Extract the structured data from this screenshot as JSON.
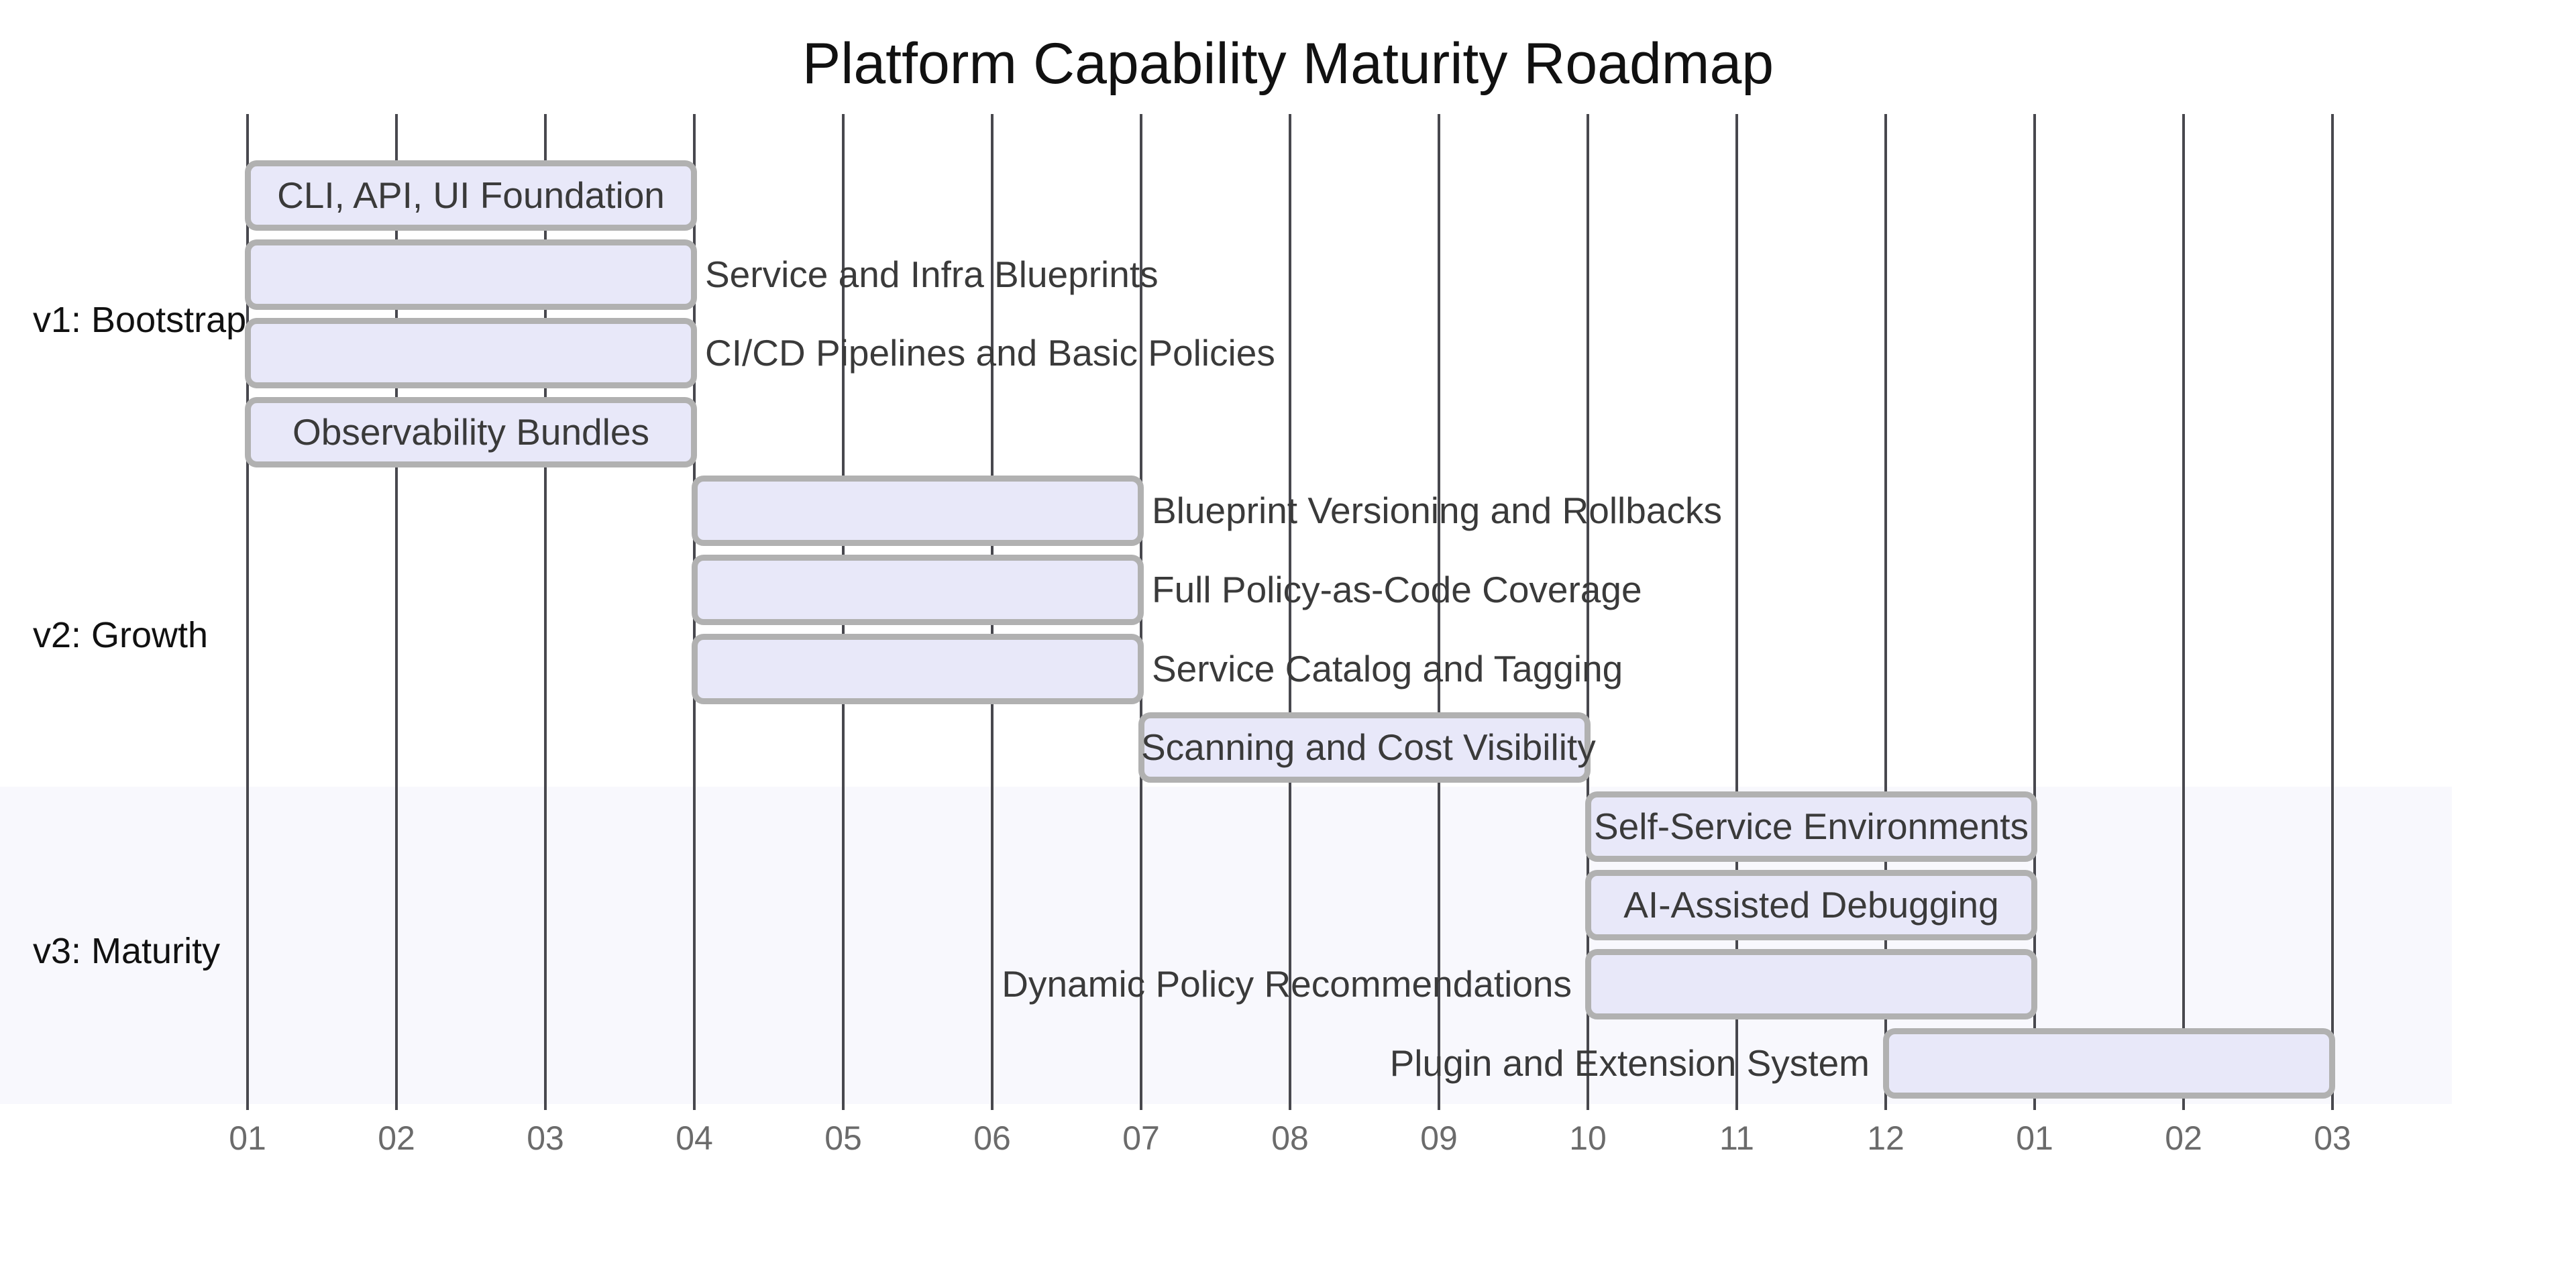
{
  "page": {
    "background": "#ffffff"
  },
  "chart_data": {
    "type": "gantt",
    "title": "Platform Capability Maturity Roadmap",
    "x_axis": {
      "tick_labels": [
        "01",
        "02",
        "03",
        "04",
        "05",
        "06",
        "07",
        "08",
        "09",
        "10",
        "11",
        "12",
        "01",
        "02",
        "03"
      ],
      "grid": true,
      "note": "monthly ticks, grid lines vertical"
    },
    "legend": null,
    "sections": [
      {
        "label": "v1: Bootstrap",
        "shaded": false,
        "tasks": [
          {
            "label": "CLI, API, UI Foundation",
            "start_tick": 0,
            "end_tick": 3,
            "label_position": "inside"
          },
          {
            "label": "Service and Infra Blueprints",
            "start_tick": 0,
            "end_tick": 3,
            "label_position": "right"
          },
          {
            "label": "CI/CD Pipelines and Basic Policies",
            "start_tick": 0,
            "end_tick": 3,
            "label_position": "right"
          },
          {
            "label": "Observability Bundles",
            "start_tick": 0,
            "end_tick": 3,
            "label_position": "inside"
          }
        ]
      },
      {
        "label": "v2: Growth",
        "shaded": false,
        "tasks": [
          {
            "label": "Blueprint Versioning and Rollbacks",
            "start_tick": 3,
            "end_tick": 6,
            "label_position": "right"
          },
          {
            "label": "Full Policy-as-Code Coverage",
            "start_tick": 3,
            "end_tick": 6,
            "label_position": "right"
          },
          {
            "label": "Service Catalog and Tagging",
            "start_tick": 3,
            "end_tick": 6,
            "label_position": "right"
          },
          {
            "label": "Scanning and Cost Visibility",
            "start_tick": 6,
            "end_tick": 9,
            "label_position": "inside"
          }
        ]
      },
      {
        "label": "v3: Maturity",
        "shaded": true,
        "tasks": [
          {
            "label": "Self-Service Environments",
            "start_tick": 9,
            "end_tick": 12,
            "label_position": "inside"
          },
          {
            "label": "AI-Assisted Debugging",
            "start_tick": 9,
            "end_tick": 12,
            "label_position": "inside"
          },
          {
            "label": "Dynamic Policy Recommendations",
            "start_tick": 9,
            "end_tick": 12,
            "label_position": "left"
          },
          {
            "label": "Plugin and Extension System",
            "start_tick": 11,
            "end_tick": 14,
            "label_position": "left"
          }
        ]
      }
    ],
    "colors": {
      "task_fill": "#e8e8f9",
      "task_border": "#b1b1b1",
      "section_band": "#f8f8fd",
      "grid_line": "#48484e",
      "tick_text": "#6b6b6b",
      "task_text": "#3a3a3a",
      "section_text": "#111111",
      "title_text": "#111111"
    }
  }
}
